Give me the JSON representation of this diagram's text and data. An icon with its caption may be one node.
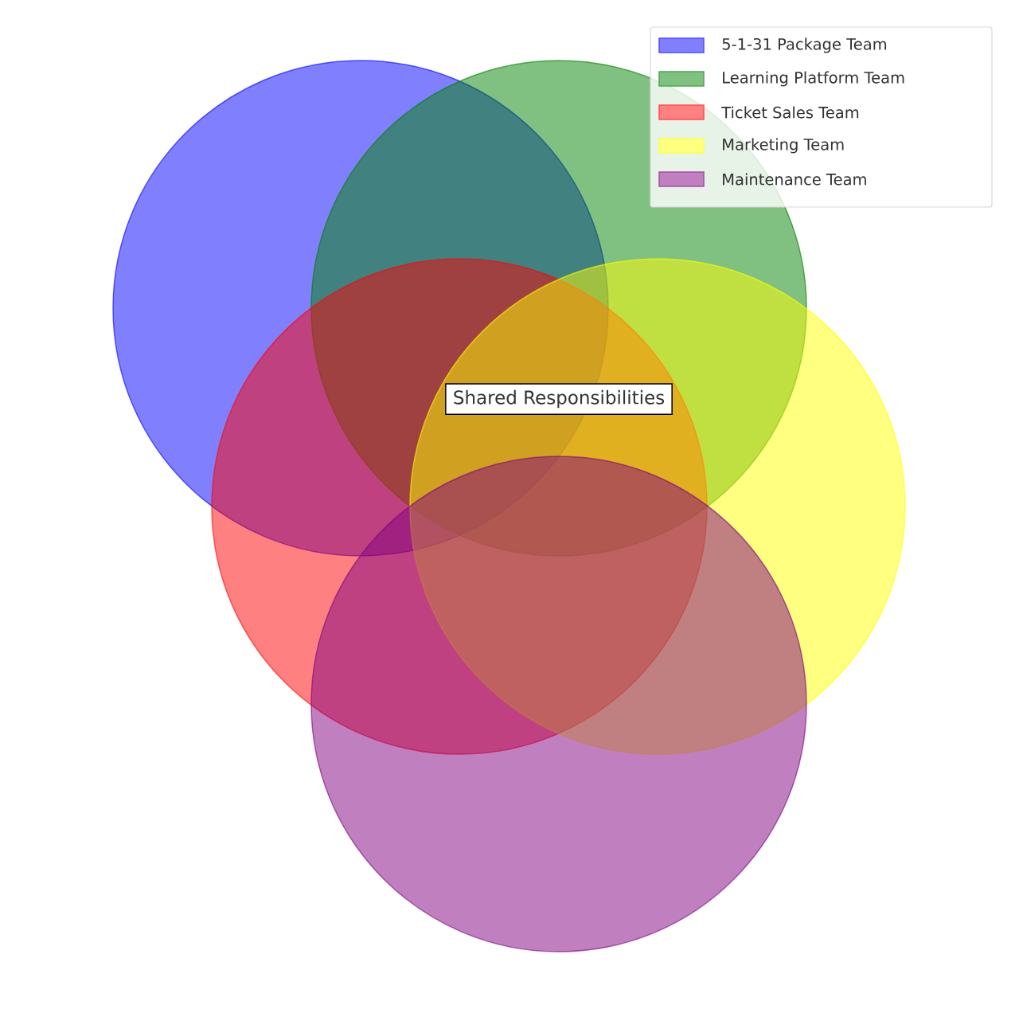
{
  "diagram": {
    "nodes": [
      {
        "text": [],
        "shape": "circle"
      },
      {
        "text": [],
        "shape": "circle"
      },
      {
        "text": [],
        "shape": "circle"
      },
      {
        "text": [],
        "shape": "circle"
      },
      {
        "text": [],
        "shape": "circle"
      },
      {
        "text": [
          "Shared Responsibilities"
        ]
      }
    ],
    "legend": [
      {
        "text": "5-1-31 Package Team",
        "color": "#8080ff"
      },
      {
        "text": "Learning Platform Team",
        "color": "#80c080"
      },
      {
        "text": "Ticket Sales Team",
        "color": "#ff8080"
      },
      {
        "text": "Marketing Team",
        "color": "#ffff80"
      },
      {
        "text": "Maintenance Team",
        "color": "#c080c0"
      }
    ]
  }
}
